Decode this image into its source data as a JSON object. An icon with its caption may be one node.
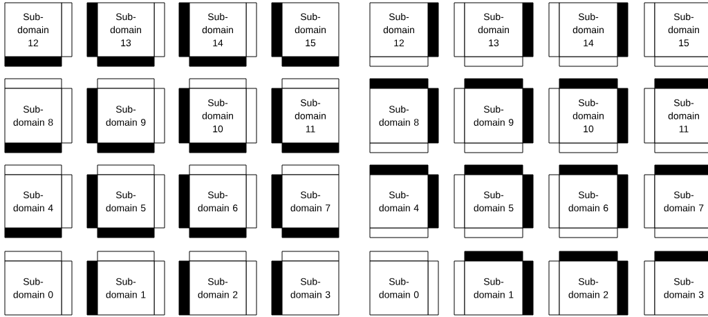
{
  "diagram": {
    "nodes": [
      {
        "text": [
          "Sub-domain 12"
        ]
      },
      {
        "text": [
          "Sub-domain 13"
        ]
      },
      {
        "text": [
          "Sub-domain 14"
        ]
      },
      {
        "text": [
          "Sub-domain 15"
        ]
      },
      {
        "text": [
          "Sub-domain 8"
        ]
      },
      {
        "text": [
          "Sub-domain 9"
        ]
      },
      {
        "text": [
          "Sub-domain 10"
        ]
      },
      {
        "text": [
          "Sub-domain 11"
        ]
      },
      {
        "text": [
          "Sub-domain 4"
        ]
      },
      {
        "text": [
          "Sub-domain 5"
        ]
      },
      {
        "text": [
          "Sub-domain 6"
        ]
      },
      {
        "text": [
          "Sub-domain 7"
        ]
      },
      {
        "text": [
          "Sub-domain 0"
        ]
      },
      {
        "text": [
          "Sub-domain 1"
        ]
      },
      {
        "text": [
          "Sub-domain 2"
        ]
      },
      {
        "text": [
          "Sub-domain 3"
        ]
      },
      {
        "text": [
          "Sub-domain 12"
        ]
      },
      {
        "text": [
          "Sub-domain 13"
        ]
      },
      {
        "text": [
          "Sub-domain 14"
        ]
      },
      {
        "text": [
          "Sub-domain 15"
        ]
      },
      {
        "text": [
          "Sub-domain 8"
        ]
      },
      {
        "text": [
          "Sub-domain 9"
        ]
      },
      {
        "text": [
          "Sub-domain 10"
        ]
      },
      {
        "text": [
          "Sub-domain 11"
        ]
      },
      {
        "text": [
          "Sub-domain 4"
        ]
      },
      {
        "text": [
          "Sub-domain 5"
        ]
      },
      {
        "text": [
          "Sub-domain 6"
        ]
      },
      {
        "text": [
          "Sub-domain 7"
        ]
      },
      {
        "text": [
          "Sub-domain 0"
        ]
      },
      {
        "text": [
          "Sub-domain 1"
        ]
      },
      {
        "text": [
          "Sub-domain 2"
        ]
      },
      {
        "text": [
          "Sub-domain 3"
        ]
      }
    ]
  }
}
